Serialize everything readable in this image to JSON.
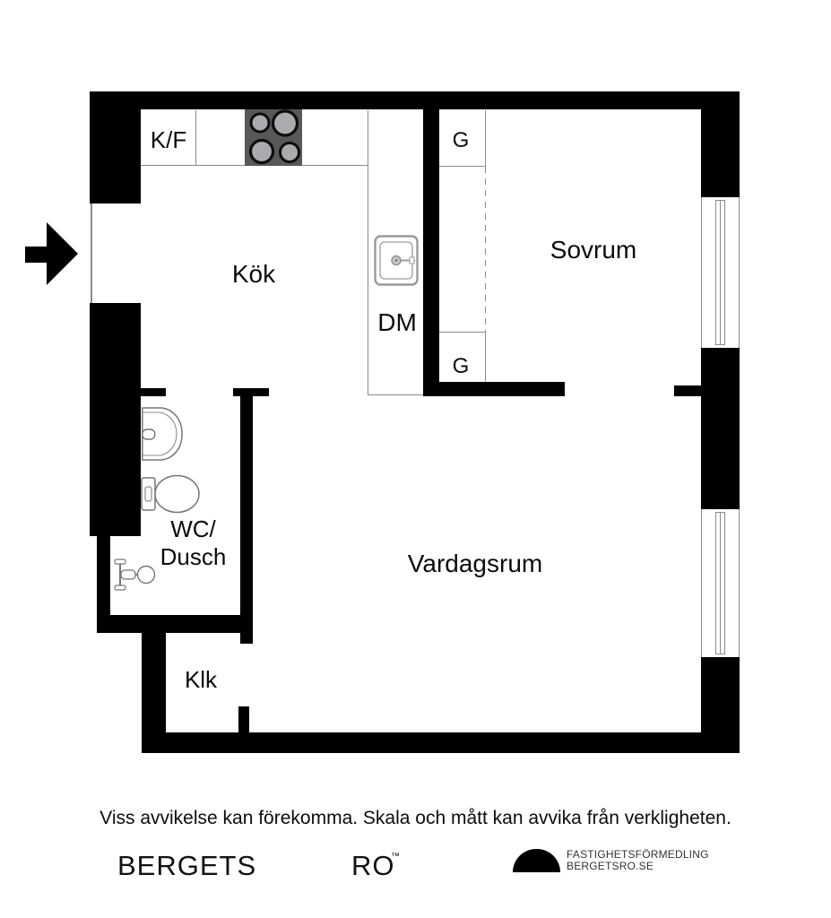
{
  "labels": {
    "fridge_freezer": "K/F",
    "kitchen": "Kök",
    "dishwasher": "DM",
    "wardrobe_top": "G",
    "wardrobe_bottom": "G",
    "bedroom": "Sovrum",
    "wc_shower_line1": "WC/",
    "wc_shower_line2": "Dusch",
    "living_room": "Vardagsrum",
    "closet": "Klk"
  },
  "footer": {
    "disclaimer": "Viss avvikelse kan förekomma. Skala och mått kan avvika från verkligheten.",
    "brand_word_left": "BERGETS",
    "brand_word_right": "RO",
    "trademark_symbol": "™",
    "tagline_line1": "FASTIGHETSFÖRMEDLING",
    "tagline_line2": "BERGETSRO.SE"
  },
  "icons": {
    "entrance": "entrance-arrow",
    "stove": "stove-hob-4-burners",
    "kitchen_sink": "kitchen-sink",
    "washbasin": "washbasin",
    "toilet": "toilet",
    "shower": "shower-mixer",
    "brand_logo": "dome-half-circle"
  },
  "colors": {
    "wall": "#000000",
    "thin_line": "#8a8a8a",
    "stove_top": "#57585a",
    "burner": "#a9abae"
  }
}
